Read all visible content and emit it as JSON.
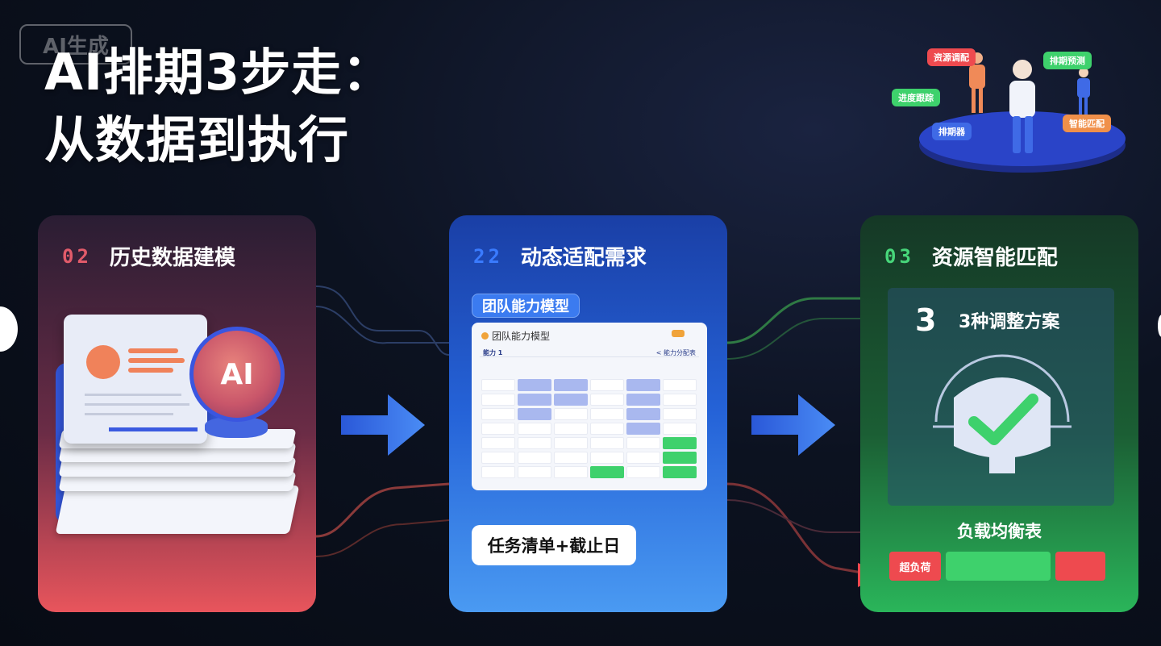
{
  "badge": "AI生成",
  "title": {
    "line1": "AI排期3步走：",
    "line2": "从数据到执行"
  },
  "people_tags": {
    "red": "资源调配",
    "green_top": "排期预测",
    "green_left": "进度跟踪",
    "blue": "排期器",
    "orange": "智能匹配"
  },
  "cards": [
    {
      "number": "02",
      "title": "历史数据建模",
      "ai_label": "AI"
    },
    {
      "number": "22",
      "title": "动态适配需求",
      "pill": "团队能力模型",
      "sheet_title": "团队能力模型",
      "sheet_sub_left": "能力 1",
      "sheet_sub_right": "< 能力分配表",
      "task_button": "任务清单+截止日"
    },
    {
      "number": "03",
      "title": "资源智能匹配",
      "panel_big": "3",
      "panel_text": "3种调整方案",
      "load_label": "负载均衡表",
      "alert_label": "超负荷"
    }
  ],
  "colors": {
    "card1_accent": "#e25b6a",
    "card2_accent": "#3a7bff",
    "card3_accent": "#47d67a"
  }
}
